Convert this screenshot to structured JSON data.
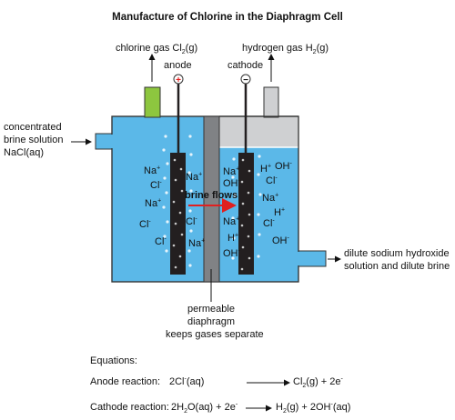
{
  "title": "Manufacture of Chlorine in the Diaphragm Cell",
  "labels": {
    "chlorine_gas": "chlorine gas Cl",
    "chlorine_gas_sub": "2",
    "chlorine_gas_state": "(g)",
    "hydrogen_gas": "hydrogen gas H",
    "hydrogen_gas_sub": "2",
    "hydrogen_gas_state": "(g)",
    "anode": "anode",
    "cathode": "cathode",
    "anode_sign": "+",
    "cathode_sign": "−",
    "inlet_line1": "concentrated",
    "inlet_line2": "brine solution",
    "inlet_line3": "NaCl(aq)",
    "outlet_line1": "dilute sodium hydroxide",
    "outlet_line2": "solution and dilute brine",
    "brine_flows": "brine flows",
    "diaphragm_line1": "permeable",
    "diaphragm_line2": "diaphragm",
    "diaphragm_line3": "keeps gases separate"
  },
  "ions": {
    "na": "Na",
    "cl": "Cl",
    "h": "H",
    "oh": "OH",
    "plus": "+",
    "minus": "-"
  },
  "equations": {
    "heading": "Equations:",
    "anode_label": "Anode reaction:",
    "anode_lhs": "2Cl",
    "anode_lhs_charge": "-",
    "anode_lhs_state": "(aq)",
    "anode_rhs": "Cl",
    "anode_rhs_sub": "2",
    "anode_rhs_state": "(g)  +  2e",
    "anode_rhs_charge": "-",
    "cathode_label": "Cathode reaction:",
    "cathode_lhs": "2H",
    "cathode_lhs_sub": "2",
    "cathode_lhs_rest": "O(aq)  +  2e",
    "cathode_lhs_charge": "-",
    "cathode_rhs": "H",
    "cathode_rhs_sub": "2",
    "cathode_rhs_rest": "(g)   +  2OH",
    "cathode_rhs_charge": "-",
    "cathode_rhs_state": "(aq)"
  },
  "colors": {
    "brine": "#5bb8e8",
    "gas_space": "#cfd0d2",
    "chlorine_outlet": "#8dc63f",
    "diaphragm": "#808285",
    "electrode": "#231f20",
    "arrow": "#e02020",
    "outline": "#333333"
  }
}
